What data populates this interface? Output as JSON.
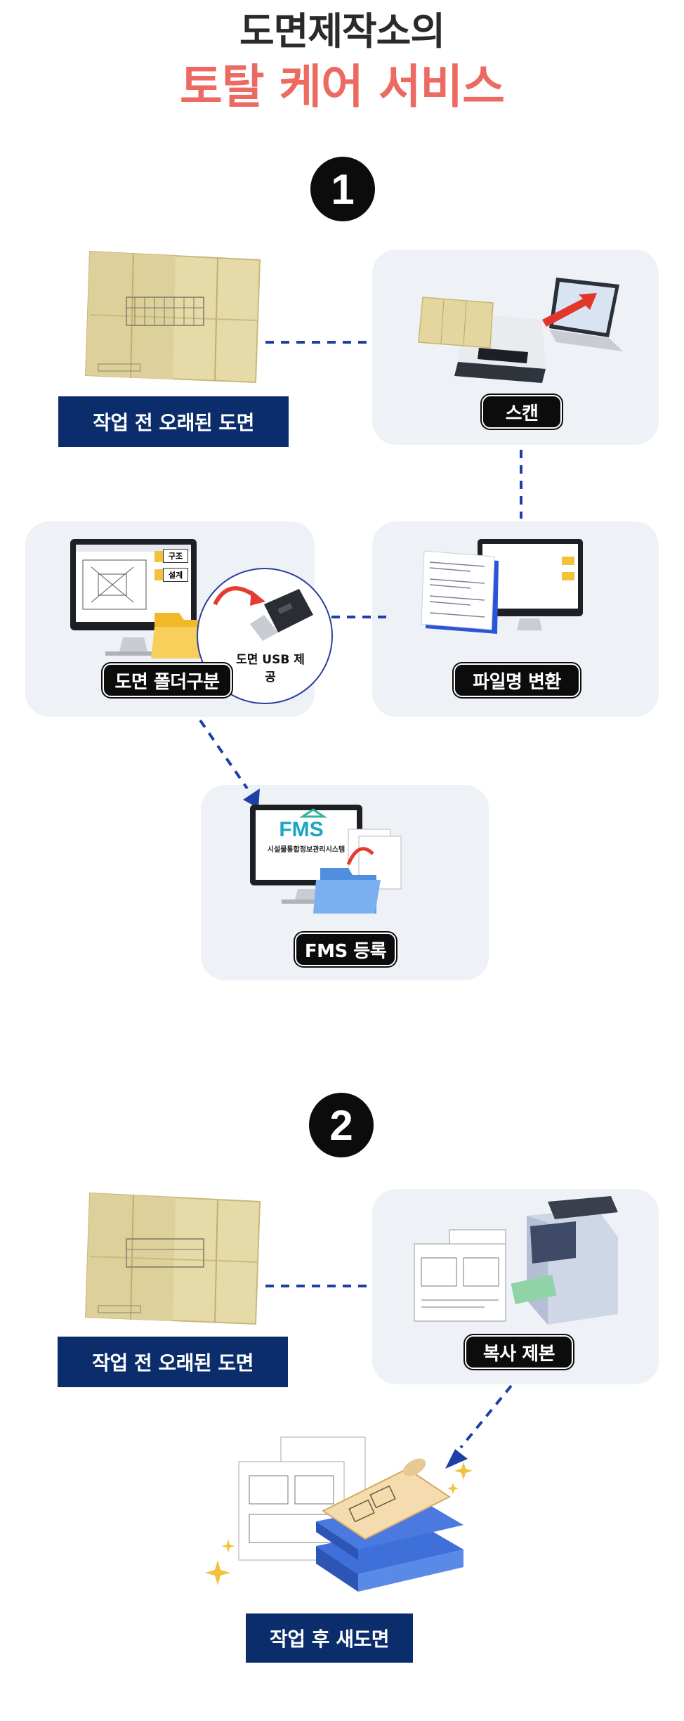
{
  "title": {
    "line1": "도면제작소의",
    "line2": "토탈 케어 서비스"
  },
  "section1": {
    "number": "1",
    "old_drawing_label": "작업 전 오래된 도면",
    "scan_label": "스캔",
    "folder_label": "도면 폴더구분",
    "usb_label": "도면 USB 제공",
    "rename_label": "파일명 변환",
    "fms_label": "FMS 등록",
    "folder_tags": [
      "구조",
      "설계"
    ],
    "fms_logo_text": "FMS",
    "fms_subtitle": "시설물통합정보관리시스템"
  },
  "section2": {
    "number": "2",
    "old_drawing_label": "작업 전 오래된 도면",
    "copy_label": "복사 제본",
    "new_drawing_label": "작업 후 새도면"
  },
  "colors": {
    "title_accent": "#ec6a62",
    "navy": "#0c2d6b",
    "dash": "#1f3fa8",
    "card": "#eef2f7"
  }
}
